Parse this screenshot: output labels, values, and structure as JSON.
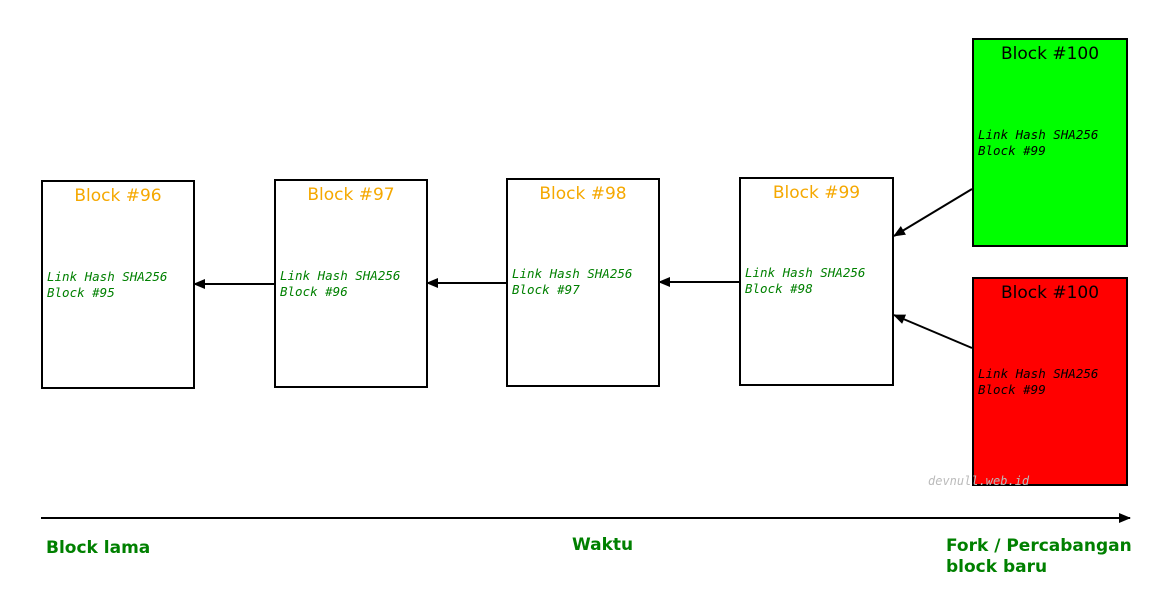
{
  "colors": {
    "chain_title": "#f5a800",
    "link_text": "#008000",
    "fork_text": "#000000",
    "fork_green": "#00ff00",
    "fork_red": "#ff0000",
    "label_green": "#008000",
    "watermark": "#bbbbbb"
  },
  "chain": [
    {
      "title": "Block #96",
      "link_line1": "Link Hash SHA256",
      "link_line2": "Block #95"
    },
    {
      "title": "Block #97",
      "link_line1": "Link Hash SHA256",
      "link_line2": "Block #96"
    },
    {
      "title": "Block #98",
      "link_line1": "Link Hash SHA256",
      "link_line2": "Block #97"
    },
    {
      "title": "Block #99",
      "link_line1": "Link Hash SHA256",
      "link_line2": "Block #98"
    }
  ],
  "forks": [
    {
      "title": "Block #100",
      "link_line1": "Link Hash SHA256",
      "link_line2": "Block #99"
    },
    {
      "title": "Block #100",
      "link_line1": "Link Hash SHA256",
      "link_line2": "Block #99"
    }
  ],
  "timeline": {
    "left_label": "Block lama",
    "center_label": "Waktu",
    "right_label_line1": "Fork / Percabangan",
    "right_label_line2": "block baru"
  },
  "watermark": "devnull.web.id"
}
